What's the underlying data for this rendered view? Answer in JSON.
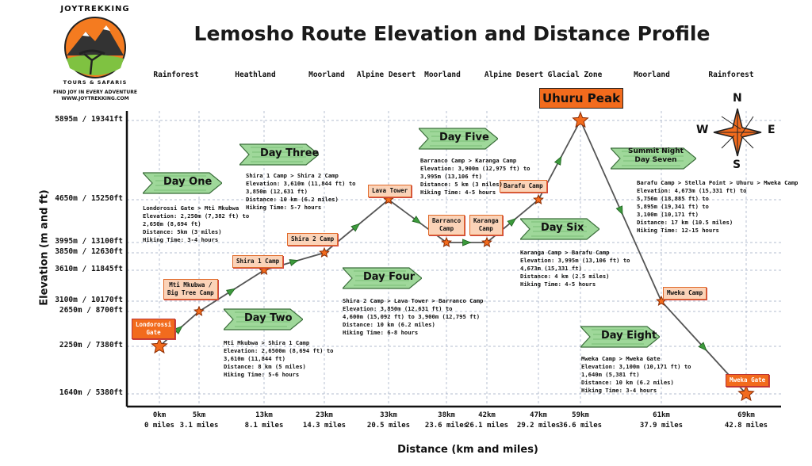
{
  "logo": {
    "brand": "JOYTREKKING",
    "tagline": "TOURS & SAFARIS",
    "slogan": "FIND JOY IN EVERY ADVENTURE",
    "site": "WWW.JOYTREKKING.COM"
  },
  "title": "Lemosho Route Elevation and Distance Profile",
  "zones": [
    "Rainforest",
    "Heathland",
    "Moorland",
    "Alpine Desert",
    "Moorland",
    "Alpine Desert",
    "Glacial Zone",
    "Moorland",
    "Rainforest"
  ],
  "compass": {
    "n": "N",
    "s": "S",
    "e": "E",
    "w": "W"
  },
  "peak_label": "Uhuru Peak",
  "chart_data": {
    "type": "line",
    "title": "Lemosho Route Elevation and Distance Profile",
    "xlabel": "Distance (km and miles)",
    "ylabel": "Elevation (m and ft)",
    "xticks": [
      {
        "km": "0km",
        "mi": "0 miles"
      },
      {
        "km": "5km",
        "mi": "3.1 miles"
      },
      {
        "km": "13km",
        "mi": "8.1 miles"
      },
      {
        "km": "23km",
        "mi": "14.3 miles"
      },
      {
        "km": "33km",
        "mi": "20.5 miles"
      },
      {
        "km": "38km",
        "mi": "23.6 miles"
      },
      {
        "km": "42km",
        "mi": "26.1 miles"
      },
      {
        "km": "47km",
        "mi": "29.2 miles"
      },
      {
        "km": "59km",
        "mi": "36.6 miles"
      },
      {
        "km": "61km",
        "mi": "37.9 miles"
      },
      {
        "km": "69km",
        "mi": "42.8 miles"
      }
    ],
    "yticks": [
      {
        "label": "5895m / 19341ft",
        "m": 5895
      },
      {
        "label": "4650m / 15250ft",
        "m": 4650
      },
      {
        "label": "3995m / 13100ft",
        "m": 3995
      },
      {
        "label": "3850m / 12630ft",
        "m": 3850
      },
      {
        "label": "3610m / 11845ft",
        "m": 3610
      },
      {
        "label": "3100m / 10170ft",
        "m": 3100
      },
      {
        "label": "2650m / 8700ft",
        "m": 2650
      },
      {
        "label": "2250m / 7380ft",
        "m": 2250
      },
      {
        "label": "1640m / 5380ft",
        "m": 1640
      }
    ],
    "points": [
      {
        "name": "Londorossi Gate",
        "tick": 0,
        "m": 2250
      },
      {
        "name": "Mti Mkubwa / Big Tree Camp",
        "tick": 1,
        "m": 2650
      },
      {
        "name": "Shira 1 Camp",
        "tick": 2,
        "m": 3610
      },
      {
        "name": "Shira 2 Camp",
        "tick": 3,
        "m": 3850
      },
      {
        "name": "Lava Tower",
        "tick": 4,
        "m": 4650
      },
      {
        "name": "Barranco Camp",
        "tick": 5,
        "m": 3995
      },
      {
        "name": "Karanga Camp",
        "tick": 6,
        "m": 3995
      },
      {
        "name": "Barafu Camp",
        "tick": 7,
        "m": 4650
      },
      {
        "name": "Uhuru Peak",
        "tick": 8,
        "m": 5895
      },
      {
        "name": "Mweka Camp",
        "tick": 9,
        "m": 3100
      },
      {
        "name": "Mweka Gate",
        "tick": 10,
        "m": 1640
      }
    ]
  },
  "camps": {
    "londorossi": "Londorossi\nGate",
    "mti": "Mti Mkubwa /\nBig Tree Camp",
    "shira1": "Shira 1 Camp",
    "shira2": "Shira 2 Camp",
    "lava": "Lava Tower",
    "barranco": "Barranco\nCamp",
    "karanga": "Karanga\nCamp",
    "barafu": "Barafu Camp",
    "mweka_camp": "Mweka Camp",
    "mweka_gate": "Mweka Gate"
  },
  "days": [
    {
      "banner": "Day One",
      "info": "Londorossi Gate > Mti Mkubwa\nElevation: 2,250m (7,382 ft) to\n2,650m (8,694 ft)\nDistance: 5km (3 miles)\nHiking Time: 3-4 hours"
    },
    {
      "banner": "Day Two",
      "info": "Mti Mkubwa > Shira 1 Camp\nElevation: 2,6500m (8,694 ft) to\n3,610m (11,844 ft)\nDistance: 8 km (5 miles)\nHiking Time: 5-6 hours"
    },
    {
      "banner": "Day Three",
      "info": "Shira 1 Camp > Shira 2 Camp\nElevation: 3,610m (11,844 ft) to\n3,850m (12,631 ft)\nDistance: 10 km (6.2 miles)\nHiking Time: 5-7 hours"
    },
    {
      "banner": "Day Four",
      "info": "Shira 2 Camp > Lava Tower > Barranco Camp\nElevation: 3,850m (12,631 ft) to\n4,600m (15,092 ft) to 3,900m (12,795 ft)\nDistance: 10 km (6.2 miles)\nHiking Time: 6-8 hours"
    },
    {
      "banner": "Day Five",
      "info": "Barranco Camp > Karanga Camp\nElevation: 3,900m (12,975 ft) to\n3,995m (13,106 ft)\nDistance: 5 km (3 miles)\nHiking Time: 4-5 hours"
    },
    {
      "banner": "Day Six",
      "info": "Karanga Camp > Barafu Camp\nElevation: 3,995m (13,106 ft) to\n4,673m (15,331 ft)\nDistance: 4 km (2.5 miles)\nHiking Time: 4-5 hours"
    },
    {
      "banner": "Summit Night\nDay Seven",
      "info": "Barafu Camp > Stella Point > Uhuru > Mweka Camp\nElevation: 4,673m (15,331 ft) to\n5,756m (18,885 ft) to\n5,895m (19,341 ft) to\n3,100m (10,171 ft)\nDistance: 17 km (10.5 miles)\nHiking Time: 12-15 hours"
    },
    {
      "banner": "Day Eight",
      "info": "Mweka Camp > Mweka Gate\nElevation: 3,100m (10,171 ft) to\n1,640m (5,381 ft)\nDistance: 10 km (6.2 miles)\nHiking Time: 3-4 hours"
    }
  ]
}
